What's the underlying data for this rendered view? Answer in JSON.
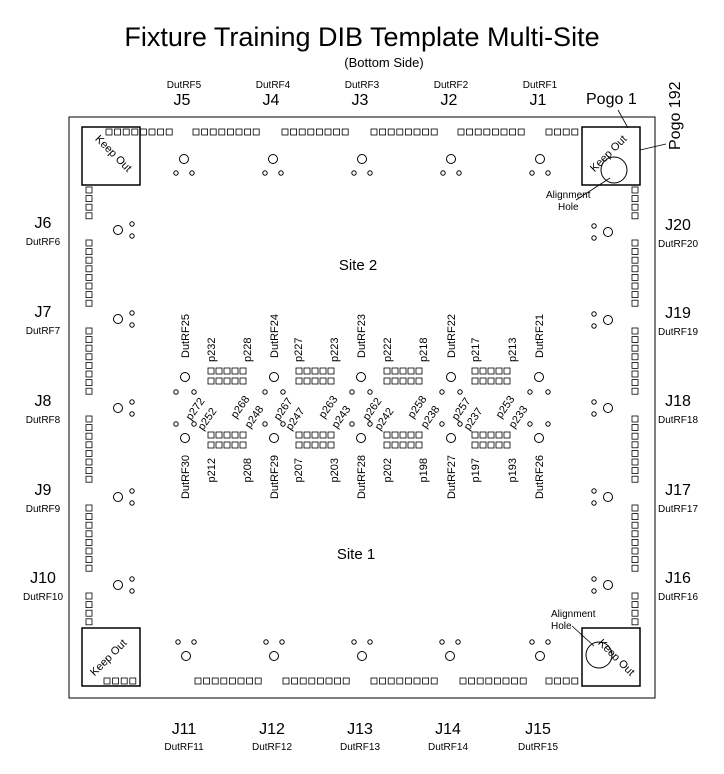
{
  "title": "Fixture Training DIB Template Multi-Site",
  "subtitle": "(Bottom Side)",
  "pogo_1": "Pogo 1",
  "pogo_192": "Pogo 192",
  "keep_out": "Keep Out",
  "alignment_hole": [
    "Alignment",
    "Hole"
  ],
  "sites": {
    "site1": "Site 1",
    "site2": "Site 2"
  },
  "connectors": {
    "top": [
      {
        "j": "J5",
        "rf": "DutRF5"
      },
      {
        "j": "J4",
        "rf": "DutRF4"
      },
      {
        "j": "J3",
        "rf": "DutRF3"
      },
      {
        "j": "J2",
        "rf": "DutRF2"
      },
      {
        "j": "J1",
        "rf": "DutRF1"
      }
    ],
    "bottom": [
      {
        "j": "J11",
        "rf": "DutRF11"
      },
      {
        "j": "J12",
        "rf": "DutRF12"
      },
      {
        "j": "J13",
        "rf": "DutRF13"
      },
      {
        "j": "J14",
        "rf": "DutRF14"
      },
      {
        "j": "J15",
        "rf": "DutRF15"
      }
    ],
    "left": [
      {
        "j": "J6",
        "rf": "DutRF6"
      },
      {
        "j": "J7",
        "rf": "DutRF7"
      },
      {
        "j": "J8",
        "rf": "DutRF8"
      },
      {
        "j": "J9",
        "rf": "DutRF9"
      },
      {
        "j": "J10",
        "rf": "DutRF10"
      }
    ],
    "right": [
      {
        "j": "J20",
        "rf": "DutRF20"
      },
      {
        "j": "J19",
        "rf": "DutRF19"
      },
      {
        "j": "J18",
        "rf": "DutRF18"
      },
      {
        "j": "J17",
        "rf": "DutRF17"
      },
      {
        "j": "J16",
        "rf": "DutRF16"
      }
    ]
  },
  "center_top_rf": [
    "DutRF25",
    "DutRF24",
    "DutRF23",
    "DutRF22",
    "DutRF21"
  ],
  "center_bottom_rf": [
    "DutRF30",
    "DutRF29",
    "DutRF28",
    "DutRF27",
    "DutRF26"
  ],
  "pins_top": [
    "p232",
    "p228",
    "p227",
    "p223",
    "p222",
    "p218",
    "p217",
    "p213"
  ],
  "pins_bottom": [
    "p212",
    "p208",
    "p207",
    "p203",
    "p202",
    "p198",
    "p197",
    "p193"
  ],
  "pins_diag": [
    "p272",
    "p252",
    "p268",
    "p248",
    "p267",
    "p247",
    "p263",
    "p243",
    "p262",
    "p242",
    "p258",
    "p238",
    "p257",
    "p237",
    "p253",
    "p233"
  ]
}
